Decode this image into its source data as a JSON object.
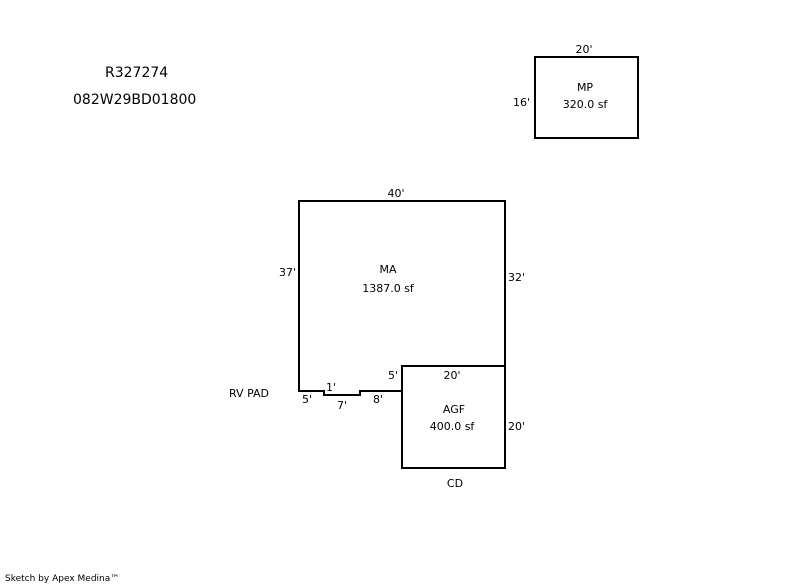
{
  "header": {
    "account_id": "R327274",
    "parcel_id": "082W29BD01800"
  },
  "areas": {
    "mp": {
      "code": "MP",
      "area": "320.0 sf",
      "dims": {
        "top": "20'",
        "left": "16'"
      }
    },
    "ma": {
      "code": "MA",
      "area": "1387.0 sf",
      "dims": {
        "top": "40'",
        "left": "37'",
        "right": "32'",
        "notch_a": "5'",
        "notch_b": "1'",
        "notch_c": "7'",
        "notch_d": "8'",
        "inner": "5'"
      }
    },
    "agf": {
      "code": "AGF",
      "area": "400.0 sf",
      "dims": {
        "top": "20'",
        "right": "20'"
      }
    }
  },
  "labels": {
    "rv_pad": "RV PAD",
    "cd": "CD"
  },
  "footer": {
    "credit": "Sketch by Apex Medina™"
  }
}
